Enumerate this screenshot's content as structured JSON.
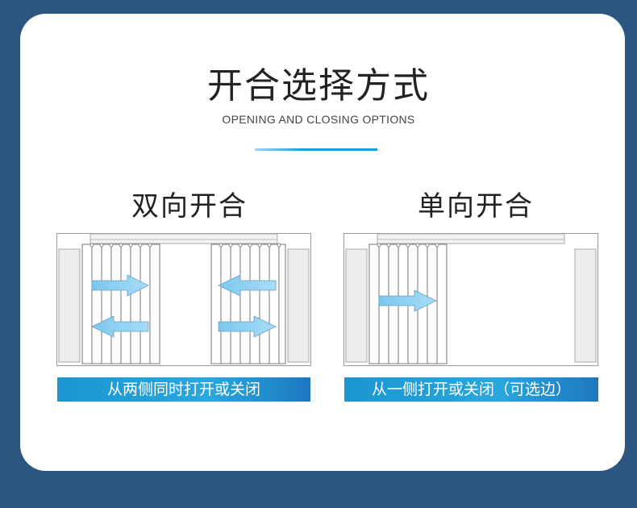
{
  "header": {
    "title": "开合选择方式",
    "subtitle": "OPENING AND CLOSING OPTIONS"
  },
  "panels": [
    {
      "title": "双向开合",
      "caption": "从两侧同时打开或关闭",
      "arrow_color": "#8fd0f2"
    },
    {
      "title": "单向开合",
      "caption": "从一侧打开或关闭（可选边）",
      "arrow_color": "#8fd0f2"
    }
  ],
  "colors": {
    "background": "#2b5680",
    "accent_line": "#0aa2e6",
    "caption_bar": "#2aa7df"
  }
}
